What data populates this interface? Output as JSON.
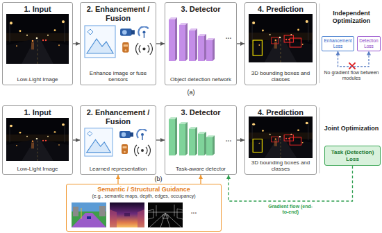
{
  "diagram": {
    "nodes": [
      {
        "text": [
          "1. Input",
          "Low-Light Image"
        ]
      },
      {
        "text": [
          "2. Enhancement / Fusion",
          "Enhance image or fuse sensors"
        ]
      },
      {
        "text": [
          "3. Detector",
          "Object detection network"
        ]
      },
      {
        "text": [
          "4. Prediction",
          "3D bounding boxes and classes"
        ]
      },
      {
        "text": [
          "Enhancement Loss"
        ]
      },
      {
        "text": [
          "Detection Loss"
        ]
      },
      {
        "text": [
          "1. Input",
          "Low-Light Image"
        ]
      },
      {
        "text": [
          "2. Enhancement / Fusion",
          "Learned representation"
        ]
      },
      {
        "text": [
          "3. Detector",
          "Task-aware detector"
        ]
      },
      {
        "text": [
          "4. Prediction",
          "3D bounding boxes and classes"
        ]
      },
      {
        "text": [
          "Task (Detection) Loss"
        ]
      },
      {
        "text": [
          "Semantic / Structural Guidance",
          "(e.g., semantic maps, depth, edges, occupancy)"
        ]
      }
    ],
    "edges": [
      {
        "from": 0,
        "to": 1,
        "arrow": "to"
      },
      {
        "from": 1,
        "to": 2,
        "arrow": "to"
      },
      {
        "from": 2,
        "to": 3,
        "arrow": "to"
      },
      {
        "from": 4,
        "to": 5,
        "arrow": "both"
      },
      {
        "from": 6,
        "to": 7,
        "arrow": "to"
      },
      {
        "from": 7,
        "to": 8,
        "arrow": "to"
      },
      {
        "from": 8,
        "to": 9,
        "arrow": "to"
      },
      {
        "from": 10,
        "to": 8,
        "label": "Gradient flow (end-to-end)",
        "arrow": "to"
      },
      {
        "from": 11,
        "to": 7,
        "arrow": "to"
      },
      {
        "from": 11,
        "to": 8,
        "arrow": "to"
      }
    ],
    "labels": [
      "(a)",
      "(b)",
      "Independent Optimization",
      "No gradient flow between modules",
      "Joint Optimization",
      "...",
      "...",
      "..."
    ]
  }
}
